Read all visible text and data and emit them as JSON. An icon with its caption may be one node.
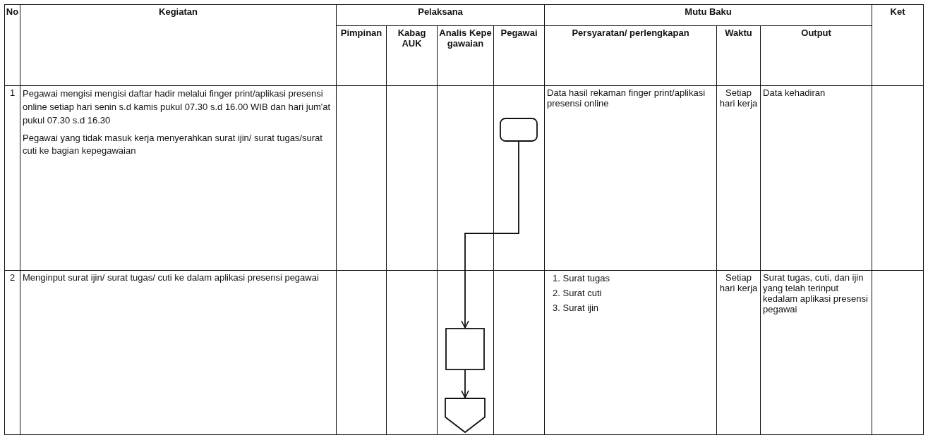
{
  "diagram": {
    "nodes": [
      {
        "text": [],
        "shape": "terminal"
      },
      {
        "text": [],
        "shape": "box"
      },
      {
        "text": [],
        "shape": "pentagon"
      }
    ],
    "edges": [
      {
        "from": 0,
        "to": 1,
        "arrow": "to"
      },
      {
        "from": 1,
        "to": 2,
        "arrow": "to"
      }
    ],
    "labels": [
      "No",
      "Kegiatan",
      "Pelaksana",
      "Mutu Baku",
      "Ket",
      "Pimpinan",
      "Kabag AUK",
      "Analis Kepegawaian",
      "Pegawai",
      "Persyaratan/ perlengkapan",
      "Waktu",
      "Output",
      "1",
      "Pegawai mengisi mengisi daftar hadir melalui finger print/aplikasi presensi online setiap hari senin s.d kamis pukul 07.30 s.d 16.00 WIB dan hari jum'at pukul 07.30 s.d 16.30",
      "Pegawai yang tidak masuk kerja menyerahkan surat ijin/ surat tugas/surat cuti ke bagian kepegawaian",
      "Data hasil rekaman finger print/aplikasi presensi online",
      "Setiap hari kerja",
      "Data kehadiran",
      "2",
      "Menginput surat ijin/ surat tugas/ cuti ke dalam aplikasi presensi pegawai",
      "1. Surat tugas",
      "2. Surat cuti",
      "3. Surat ijin",
      "Setiap hari kerja",
      "Surat tugas, cuti, dan ijin yang telah terinput kedalam aplikasi presensi pegawai"
    ]
  }
}
